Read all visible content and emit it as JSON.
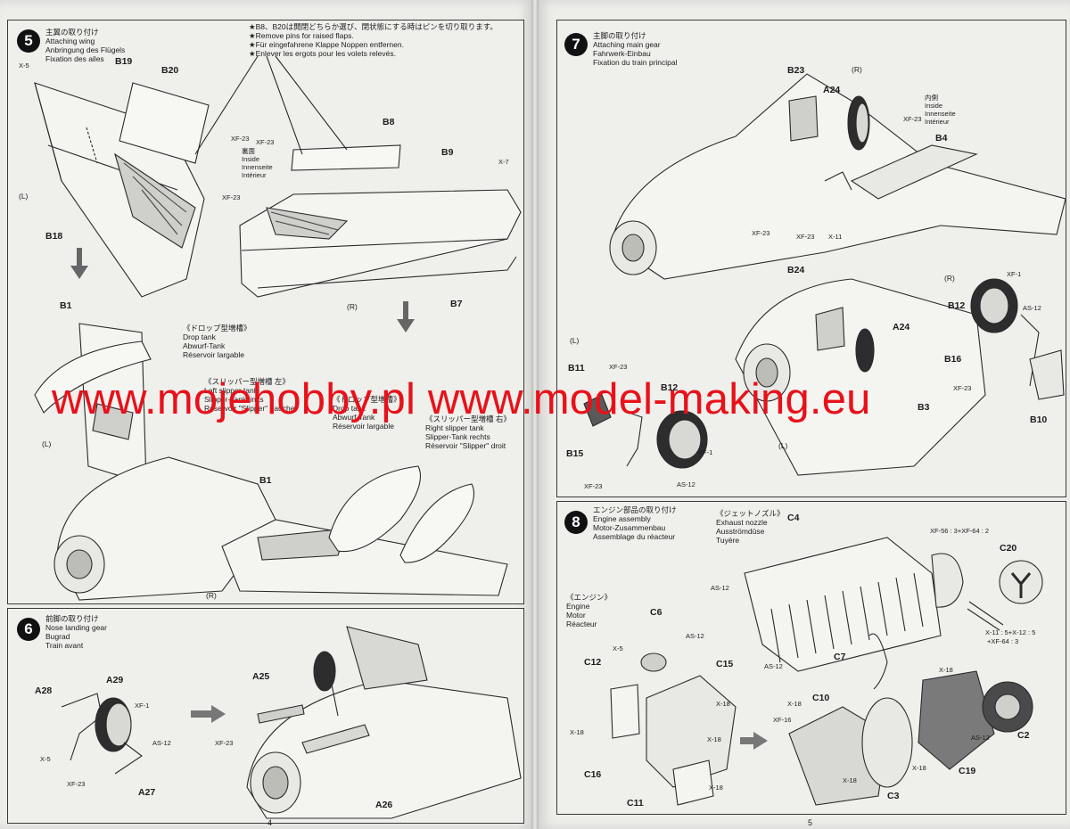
{
  "steps": {
    "s5": {
      "number": "5",
      "title_jp": "主翼の取り付け",
      "title_en": "Attaching wing",
      "title_de": "Anbringung des Flügels",
      "title_fr": "Fixation des ailes",
      "note_jp": "★B8、B20は開閉どちらか選び、閉状態にする時はピンを切り取ります。",
      "note_en": "★Remove pins for raised flaps.",
      "note_de": "★Für eingefahrene Klappe Noppen entfernen.",
      "note_fr": "★Enlever les ergots pour les volets relevés.",
      "inside_jp": "裏面",
      "inside_en": "Inside",
      "inside_de": "Innenseite",
      "inside_fr": "Intérieur",
      "droptank_jp": "《ドロップ型増槽》",
      "droptank_en": "Drop tank",
      "droptank_de": "Abwurf-Tank",
      "droptank_fr": "Réservoir largable",
      "slipperL_jp": "《スリッパー型増槽 左》",
      "slipperL_en": "Left slipper tank",
      "slipperL_de": "Slipper-Tank links",
      "slipperL_fr": "Réservoir \"Slipper\" gauche",
      "droptank2_jp": "《ドロップ型増槽》",
      "droptank2_en": "Drop tank",
      "droptank2_de": "Abwurf-Tank",
      "droptank2_fr": "Réservoir largable",
      "slipperR_jp": "《スリッパー型増槽 右》",
      "slipperR_en": "Right slipper tank",
      "slipperR_de": "Slipper-Tank rechts",
      "slipperR_fr": "Réservoir \"Slipper\" droit",
      "parts": {
        "x5": "X-5",
        "b19": "B19",
        "b20": "B20",
        "xf23a": "XF-23",
        "xf23b": "XF-23",
        "xf23c": "XF-23",
        "b8": "B8",
        "b9": "B9",
        "x7": "X-7",
        "b18": "B18",
        "b7": "B7",
        "b1a": "B1",
        "b1b": "B1"
      },
      "sides": {
        "L1": "(L)",
        "R1": "(R)",
        "L2": "(L)",
        "R2": "(R)"
      }
    },
    "s6": {
      "number": "6",
      "title_jp": "前脚の取り付け",
      "title_en": "Nose landing gear",
      "title_de": "Bugrad",
      "title_fr": "Train avant",
      "parts": {
        "a29": "A29",
        "a28": "A28",
        "xf1": "XF-1",
        "as12": "AS-12",
        "x5": "X-5",
        "xf23a": "XF-23",
        "a27": "A27",
        "a25": "A25",
        "xf23b": "XF-23",
        "a26": "A26"
      }
    },
    "s7": {
      "number": "7",
      "title_jp": "主脚の取り付け",
      "title_en": "Attaching main gear",
      "title_de": "Fahrwerk-Einbau",
      "title_fr": "Fixation du train principal",
      "inside_jp": "内側",
      "inside_en": "Inside",
      "inside_de": "Innenseite",
      "inside_fr": "Intérieur",
      "parts": {
        "b23": "B23",
        "a24a": "A24",
        "xf23a": "XF-23",
        "b4": "B4",
        "xf23b": "XF-23",
        "xf23c": "XF-23",
        "x11": "X-11",
        "b24": "B24",
        "xf1a": "XF-1",
        "b12a": "B12",
        "as12a": "AS-12",
        "a24b": "A24",
        "b16": "B16",
        "xf23d": "XF-23",
        "b11": "B11",
        "xf23e": "XF-23",
        "b12b": "B12",
        "b3": "B3",
        "b10": "B10",
        "b15": "B15",
        "xf1b": "XF-1",
        "xf23f": "XF-23",
        "as12b": "AS-12"
      },
      "sides": {
        "R1": "(R)",
        "R2": "(R)",
        "L1": "(L)",
        "L2": "(L)"
      }
    },
    "s8": {
      "number": "8",
      "title_jp": "エンジン部品の取り付け",
      "title_en": "Engine assembly",
      "title_de": "Motor-Zusammenbau",
      "title_fr": "Assemblage du réacteur",
      "nozzle_jp": "《ジェットノズル》",
      "nozzle_en": "Exhaust nozzle",
      "nozzle_de": "Ausströmdüse",
      "nozzle_fr": "Tuyère",
      "engine_jp": "《エンジン》",
      "engine_en": "Engine",
      "engine_de": "Motor",
      "engine_fr": "Réacteur",
      "parts": {
        "c4": "C4",
        "xf56": "XF-56 : 3+XF-64 : 2",
        "c20": "C20",
        "as12a": "AS-12",
        "as12b": "AS-12",
        "c7": "C7",
        "x11": "X-11 : 5+X-12 : 5",
        "xf64": "+XF-64 : 3",
        "c6": "C6",
        "x5": "X-5",
        "as12c": "AS-12",
        "c12": "C12",
        "c15": "C15",
        "x18a": "X-18",
        "x18b": "X-18",
        "x18c": "X-18",
        "c10": "C10",
        "x18d": "X-18",
        "xf16": "XF-16",
        "x18e": "X-18",
        "as12d": "AS-12",
        "c2": "C2",
        "x18f": "X-18",
        "c16": "C16",
        "c19": "C19",
        "c11": "C11",
        "x18g": "X-18",
        "c3": "C3",
        "x18h": "X-18"
      }
    }
  },
  "watermark": "www.mojehobby.pl www.model-making.eu",
  "page_numbers": {
    "left": "4",
    "right": "5"
  },
  "colors": {
    "watermark": "#e8111a",
    "paper": "#ededea",
    "ink": "#1c1c1c"
  }
}
